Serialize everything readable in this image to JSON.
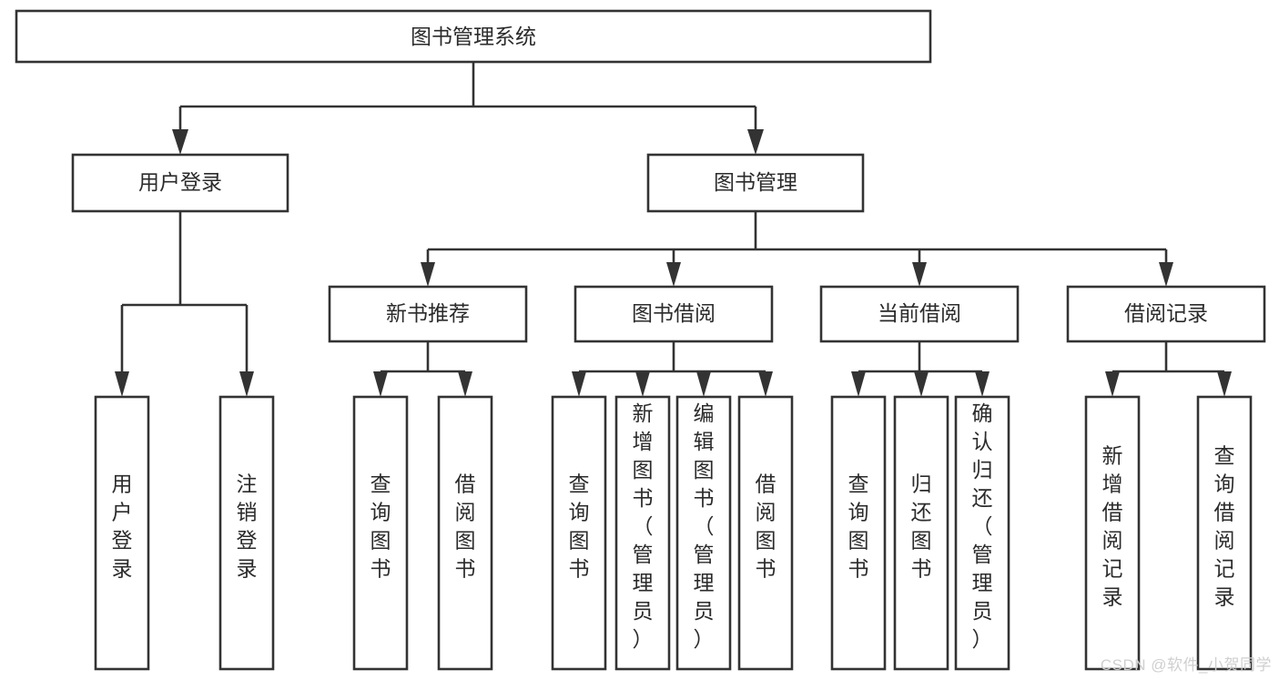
{
  "diagram": {
    "type": "tree-hierarchy",
    "title": "图书管理系统",
    "watermark": "CSDN @软件_小贺同学",
    "colors": {
      "background": "#ffffff",
      "box_fill": "#ffffff",
      "box_stroke": "#333333",
      "text": "#2b2b2b",
      "watermark": "#cfcfcf"
    },
    "nodes": {
      "root": {
        "label": "图书管理系统",
        "level": 1,
        "orientation": "horizontal"
      },
      "level2": [
        {
          "id": "user-login",
          "label": "用户登录",
          "orientation": "horizontal"
        },
        {
          "id": "book-management",
          "label": "图书管理",
          "orientation": "horizontal"
        }
      ],
      "level3": [
        {
          "id": "new-book-recommend",
          "label": "新书推荐",
          "orientation": "horizontal",
          "parent": "book-management"
        },
        {
          "id": "book-borrow",
          "label": "图书借阅",
          "orientation": "horizontal",
          "parent": "book-management"
        },
        {
          "id": "current-borrow",
          "label": "当前借阅",
          "orientation": "horizontal",
          "parent": "book-management"
        },
        {
          "id": "borrow-record",
          "label": "借阅记录",
          "orientation": "horizontal",
          "parent": "book-management"
        }
      ],
      "leaves": [
        {
          "id": "leaf-user-login",
          "label": "用户登录",
          "parent": "user-login",
          "orientation": "vertical"
        },
        {
          "id": "leaf-logout-login",
          "label": "注销登录",
          "parent": "user-login",
          "orientation": "vertical"
        },
        {
          "id": "leaf-query-book-1",
          "label": "查询图书",
          "parent": "new-book-recommend",
          "orientation": "vertical"
        },
        {
          "id": "leaf-borrow-book-1",
          "label": "借阅图书",
          "parent": "new-book-recommend",
          "orientation": "vertical"
        },
        {
          "id": "leaf-query-book-2",
          "label": "查询图书",
          "parent": "book-borrow",
          "orientation": "vertical"
        },
        {
          "id": "leaf-add-book",
          "label": "新增图书（管理员）",
          "parent": "book-borrow",
          "orientation": "vertical"
        },
        {
          "id": "leaf-edit-book",
          "label": "编辑图书（管理员）",
          "parent": "book-borrow",
          "orientation": "vertical"
        },
        {
          "id": "leaf-borrow-book-2",
          "label": "借阅图书",
          "parent": "book-borrow",
          "orientation": "vertical"
        },
        {
          "id": "leaf-query-book-3",
          "label": "查询图书",
          "parent": "current-borrow",
          "orientation": "vertical"
        },
        {
          "id": "leaf-return-book",
          "label": "归还图书",
          "parent": "current-borrow",
          "orientation": "vertical"
        },
        {
          "id": "leaf-confirm-return",
          "label": "确认归还（管理员）",
          "parent": "current-borrow",
          "orientation": "vertical"
        },
        {
          "id": "leaf-add-record",
          "label": "新增借阅记录",
          "parent": "borrow-record",
          "orientation": "vertical"
        },
        {
          "id": "leaf-query-record",
          "label": "查询借阅记录",
          "parent": "borrow-record",
          "orientation": "vertical"
        }
      ]
    }
  }
}
